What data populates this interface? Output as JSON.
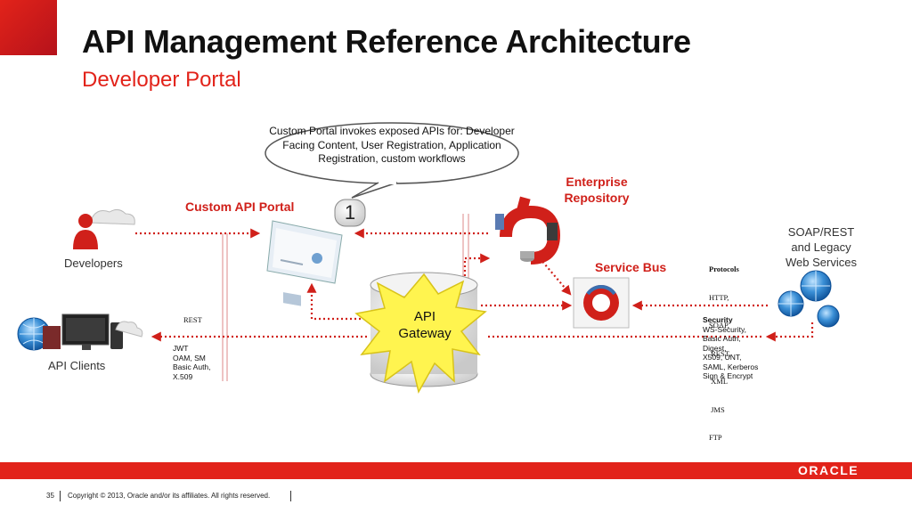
{
  "title": "API Management Reference Architecture",
  "subtitle": "Developer Portal",
  "callout": "Custom Portal invokes exposed APIs for: Developer Facing Content, User Registration, Application Registration, custom workflows",
  "nodes": {
    "developers": "Developers",
    "api_clients": "API Clients",
    "custom_portal": "Custom API Portal",
    "enterprise_repo_line1": "Enterprise",
    "enterprise_repo_line2": "Repository",
    "service_bus": "Service Bus",
    "gateway_line1": "API",
    "gateway_line2": "Gateway",
    "soap_line1": "SOAP/REST",
    "soap_line2": "and Legacy",
    "soap_line3": "Web Services"
  },
  "step_number": "1",
  "annotations": {
    "rest": "REST",
    "client_auth": [
      "JWT",
      "OAM, SM",
      "Basic Auth,",
      "X.509"
    ],
    "protocols_title": "Protocols",
    "protocols": [
      "HTTP,",
      "SOAP,",
      " REST,",
      " XML",
      " JMS",
      "FTP"
    ],
    "security_title": "Security",
    "security": [
      "WS-Security,",
      "Basic Auth,",
      "Digest,",
      "X509, UNT,",
      "SAML, Kerberos",
      "Sign & Encrypt"
    ]
  },
  "footer": {
    "page_number": "35",
    "copyright": "Copyright © 2013, Oracle and/or its affiliates. All rights reserved.",
    "brand": "ORACLE"
  },
  "colors": {
    "accent": "#e2231a",
    "gateway_fill": "#fff44f",
    "arrow": "#d0201a"
  }
}
